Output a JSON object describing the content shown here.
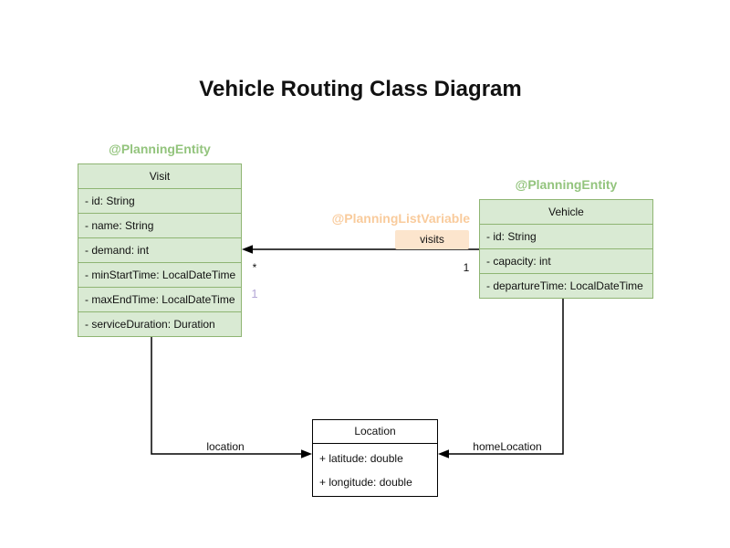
{
  "title": "Vehicle Routing Class Diagram",
  "classes": {
    "visit": {
      "stereotype": "@PlanningEntity",
      "name": "Visit",
      "attributes": [
        "- id: String",
        "- name: String",
        "- demand: int",
        "- minStartTime: LocalDateTime",
        "- maxEndTime: LocalDateTime",
        "- serviceDuration: Duration"
      ]
    },
    "vehicle": {
      "stereotype": "@PlanningEntity",
      "name": "Vehicle",
      "attributes": [
        "- id: String",
        "- capacity: int",
        "- departureTime: LocalDateTime"
      ]
    },
    "location": {
      "name": "Location",
      "attributes": [
        "+ latitude: double",
        "+ longitude: double"
      ]
    }
  },
  "edges": {
    "visits": {
      "annotation": "@PlanningListVariable",
      "label": "visits",
      "source_multiplicity": "1",
      "target_multiplicity": "*",
      "index_label": "1"
    },
    "location": {
      "label": "location"
    },
    "home_location": {
      "label": "homeLocation"
    }
  },
  "colors": {
    "entity_fill": "#d9ead3",
    "entity_border": "#8fb573",
    "stereotype_green": "#93c47d",
    "annotation_orange": "#f9cb9c",
    "visits_badge_fill": "#fce5cd",
    "index_purple": "#b4a7d6",
    "line_black": "#000000"
  }
}
